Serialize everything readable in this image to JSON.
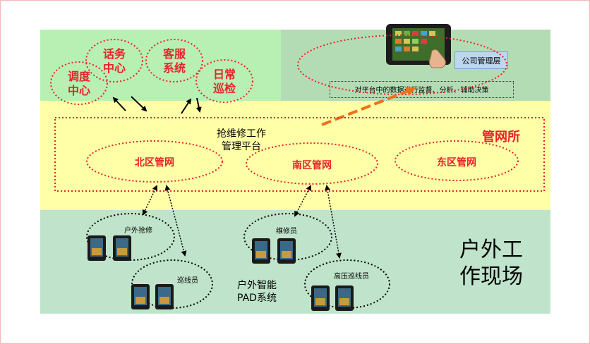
{
  "top_left_centers": {
    "dispatch": [
      "调度",
      "中心"
    ],
    "traffic": [
      "话务",
      "中心"
    ],
    "service": [
      "客服",
      "系统"
    ],
    "patrol": [
      "日常",
      "巡检"
    ]
  },
  "company": {
    "label": "公司管理层",
    "desc": "对平台中的数据进行监督、分析、辅助决策"
  },
  "platform": {
    "title": [
      "抢维修工作",
      "管理平台"
    ],
    "org": "管网所",
    "north": "北区管网",
    "south": "南区管网",
    "east": "东区管网"
  },
  "field": {
    "title": [
      "户外工",
      "作现场"
    ],
    "pad_system": [
      "户外智能",
      "PAD系统"
    ],
    "groups": {
      "outdoor_repair": "户外抢修",
      "line_patrol": "巡线员",
      "maintainer": "维修员",
      "hv_patrol": "高压巡线员"
    }
  },
  "colors": {
    "top_left": "#b8f0b3",
    "top_right": "#b4dcb4",
    "middle": "#ffffa8",
    "bottom": "#bfe4cb",
    "accent_red": "#e8232a",
    "arrow_orange": "#f07018"
  }
}
